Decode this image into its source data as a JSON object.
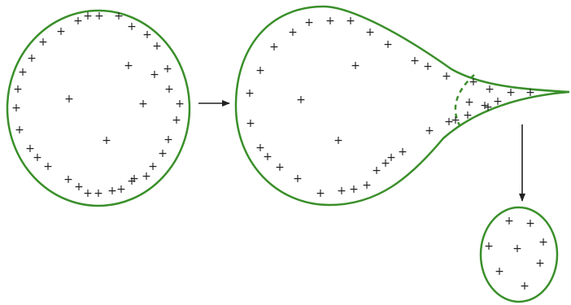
{
  "colors": {
    "membrane": "#3a8f2a",
    "charge": "#222222",
    "arrow": "#222222",
    "background": "#ffffff"
  },
  "charge_symbol": "+",
  "cells": [
    {
      "name": "parent-cell",
      "charge_count": 38
    },
    {
      "name": "budding-cell",
      "charge_count": 40
    },
    {
      "name": "daughter-cell",
      "charge_count": 8
    }
  ],
  "arrows": [
    {
      "name": "arrow-right",
      "direction": "right"
    },
    {
      "name": "arrow-down",
      "direction": "down"
    }
  ]
}
